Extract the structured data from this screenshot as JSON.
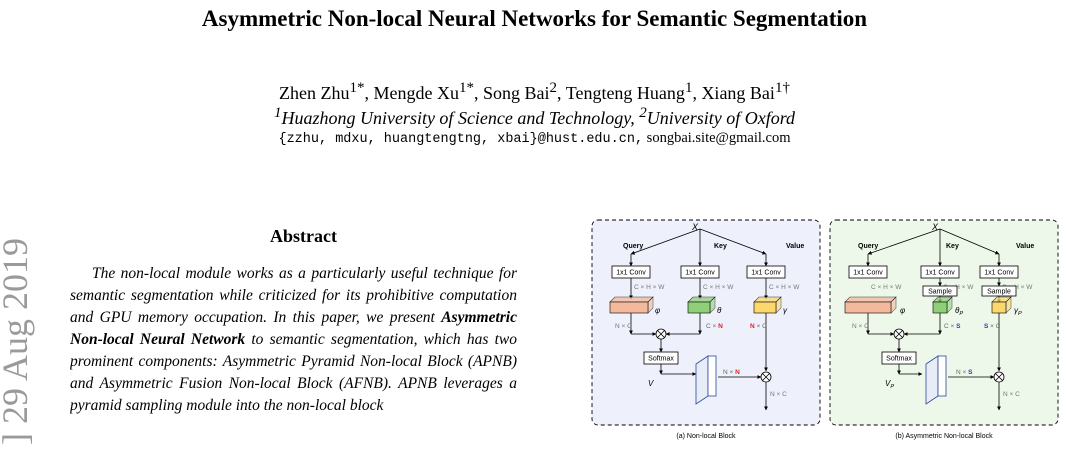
{
  "paper": {
    "title": "Asymmetric Non-local Neural Networks for Semantic Segmentation",
    "authors": [
      {
        "name": "Zhen Zhu",
        "mark": "1*",
        "sep": ", "
      },
      {
        "name": "Mengde Xu",
        "mark": "1*",
        "sep": ", "
      },
      {
        "name": "Song Bai",
        "mark": "2",
        "sep": ", "
      },
      {
        "name": "Tengteng Huang",
        "mark": "1",
        "sep": ", "
      },
      {
        "name": "Xiang Bai",
        "mark": "1†",
        "sep": ""
      }
    ],
    "affiliations": [
      {
        "mark": "1",
        "name": "Huazhong University of Science and Technology",
        "sep": ", "
      },
      {
        "mark": "2",
        "name": "University of Oxford",
        "sep": ""
      }
    ],
    "email_mono": "{zzhu, mdxu, huangtengtng, xbai}@hust.edu.cn,",
    "email_plain": " songbai.site@gmail.com",
    "arxiv_stamp": "] 29 Aug 2019",
    "abstract_heading": "Abstract",
    "abstract": {
      "part1": "The non-local module works as a particularly useful technique for semantic segmentation while criticized for its prohibitive computation and GPU memory occupation. In this paper, we present ",
      "bold": "Asymmetric Non-local Neural Network",
      "part2": " to semantic segmentation, which has two prominent components: Asymmetric Pyramid Non-local Block (APNB) and Asymmetric Fusion Non-local Block (AFNB). APNB leverages a pyramid sampling module into the non-local block"
    }
  },
  "figure": {
    "input_label": "X",
    "branch_labels": [
      "Query",
      "Key",
      "Value"
    ],
    "conv_label": "1x1 Conv",
    "sample_label": "Sample",
    "softmax_label": "Softmax",
    "chw_label": "C × H × W",
    "nc_label": "N × C",
    "sym_phi": "φ",
    "sym_theta": "θ",
    "sym_gamma": "γ",
    "sym_theta_p": "θ",
    "sym_gamma_p": "γ",
    "sub_p": "P",
    "sym_v": "V",
    "cn_prefix": "C × ",
    "n_red": "N",
    "s_blue": "S",
    "x_c_suffix": " × C",
    "nx_prefix": "N × ",
    "caption_a": "(a) Non-local Block",
    "caption_b": "(b) Asymmetric Non-local Block",
    "colors": {
      "panel_a": "#eef0fb",
      "panel_b": "#eef8ea",
      "phi": "#f2b99c",
      "theta": "#8fcf79",
      "gamma": "#fbd76d",
      "red": "#e02020",
      "blue": "#1f3fb8"
    }
  }
}
